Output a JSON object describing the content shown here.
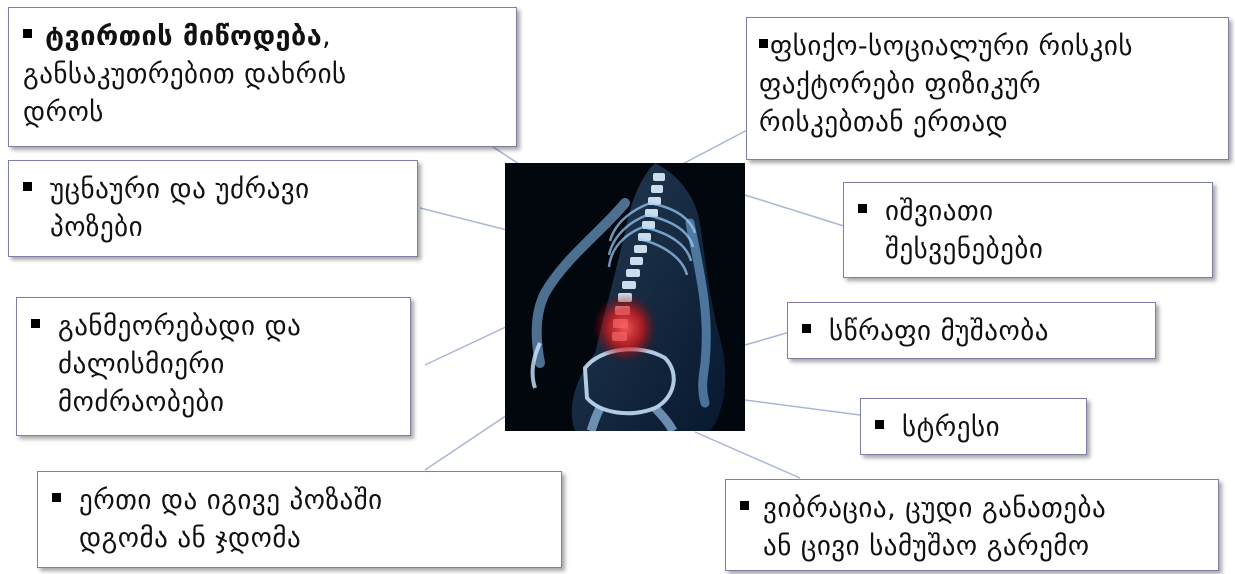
{
  "boxes": {
    "food": {
      "bold_text": "ტვირთის მიწოდება",
      "rest_line1": ",",
      "line2": "განსაკუთრებით დახრის",
      "line3": "დროს"
    },
    "uncomfortable": {
      "line1": "უცნაური და უძრავი",
      "line2": "პოზები"
    },
    "repetitive": {
      "line1": "განმეორებადი და",
      "line2": "ძალისმიერი",
      "line3": "მოძრაობები"
    },
    "standing": {
      "line1": "ერთი და იგივე პოზაში",
      "line2": "დგომა ან ჯდომა"
    },
    "psycho": {
      "line1": "ფსიქო-სოციალური რისკის",
      "line2": "ფაქტორები ფიზიკურ",
      "line3": "რისკებთან ერთად"
    },
    "rare_breaks": {
      "line1": "იშვიათი",
      "line2": "შესვენებები"
    },
    "fast_work": {
      "line1": "სწრაფი მუშაობა"
    },
    "stress": {
      "line1": "სტრესი"
    },
    "vibration": {
      "line1": "ვიბრაცია, ცუდი განათება",
      "line2": "ან ცივი სამუშაო გარემო"
    }
  },
  "colors": {
    "connector": "#a9b7d6",
    "box_border": "#7d7fa6",
    "pain_highlight": "#ff2a2a",
    "skeleton_glow": "#4aa3ff"
  }
}
